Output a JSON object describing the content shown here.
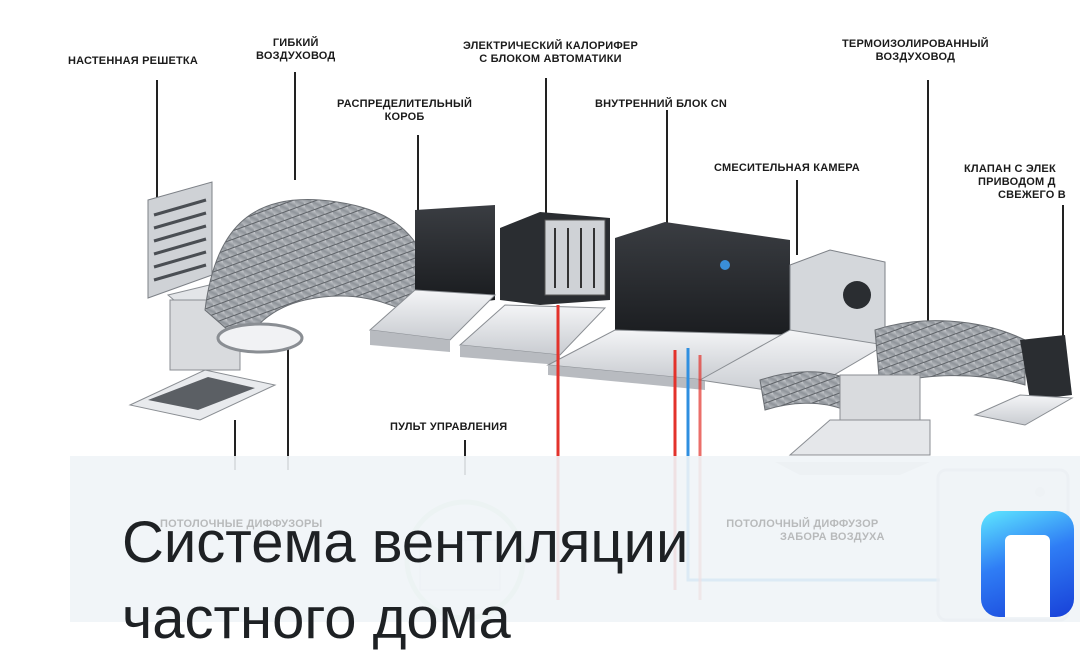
{
  "diagram": {
    "labels": {
      "wall_grille": "НАСТЕННАЯ РЕШЕТКА",
      "flex_duct_1": "ГИБКИЙ",
      "flex_duct_2": "ВОЗДУХОВОД",
      "heater_1": "ЭЛЕКТРИЧЕСКИЙ КАЛОРИФЕР",
      "heater_2": "С БЛОКОМ АВТОМАТИКИ",
      "insulated_1": "ТЕРМОИЗОЛИРОВАННЫЙ",
      "insulated_2": "ВОЗДУХОВОД",
      "dist_box_1": "РАСПРЕДЕЛИТЕЛЬНЫЙ",
      "dist_box_2": "КОРОБ",
      "indoor_unit": "ВНУТРЕННИЙ БЛОК CN",
      "mixing_chamber": "СМЕСИТЕЛЬНАЯ КАМЕРА",
      "valve_1": "КЛАПАН С ЭЛЕК",
      "valve_2": "ПРИВОДОМ Д",
      "valve_3": "СВЕЖЕГО В",
      "control_panel": "ПУЛЬТ УПРАВЛЕНИЯ",
      "ceiling_diffusers": "ПОТОЛОЧНЫЕ ДИФФУЗОРЫ",
      "ceiling_diffuser_1": "ПОТОЛОЧНЫЙ ДИФФУЗОР",
      "ceiling_diffuser_2": "ЗАБОРА ВОЗДУХА"
    }
  },
  "overlay": {
    "title_line1": "Система вентиляции",
    "title_line2": "частного дома"
  },
  "colors": {
    "overlay_bg": "#eef2f5",
    "title": "#1e2124",
    "pipe_red": "#e3322b",
    "pipe_blue": "#2f8fe0",
    "logo_light": "#5ee7ff",
    "logo_dark": "#1840d8"
  }
}
